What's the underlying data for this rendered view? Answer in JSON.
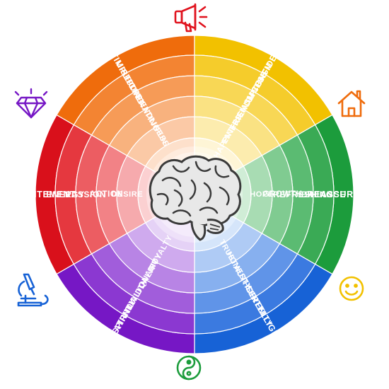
{
  "wheel": {
    "segments": [
      {
        "id": "red",
        "colors": [
          "#d9101b",
          "#e5383f",
          "#ec5d62",
          "#f28286",
          "#f6aaad",
          "#fbd0d1"
        ],
        "words": [
          "EXCITEMENT",
          "ENERGY",
          "PASSION",
          "ACTION",
          "DESIRE"
        ]
      },
      {
        "id": "orange",
        "colors": [
          "#ef6c0c",
          "#f38432",
          "#f69b57",
          "#f8b27e",
          "#fbc9a6",
          "#fde0cb"
        ],
        "words": [
          "OPTIMISTIC",
          "UPLIFTING",
          "REJUVENATING",
          "FRIENDLINESS",
          "FUN"
        ]
      },
      {
        "id": "yellow",
        "colors": [
          "#f2c100",
          "#f5cc2b",
          "#f8d755",
          "#fae283",
          "#fcecae",
          "#fef5d6"
        ],
        "words": [
          "CONFIDENCE",
          "OPTIMISM",
          "FRIENDLINESS",
          "ENTHUSIASM",
          "HAPPINESS"
        ]
      },
      {
        "id": "green",
        "colors": [
          "#1c9c3c",
          "#3aaa55",
          "#5bbb72",
          "#80cb91",
          "#a8dcb3",
          "#d0edd6"
        ],
        "words": [
          "REASSURANCE",
          "BALANCE",
          "REFRESHING",
          "GROWTH",
          "HOPE"
        ]
      },
      {
        "id": "blue",
        "colors": [
          "#1762d6",
          "#3b7ae0",
          "#6094e8",
          "#87b0ef",
          "#afcbf5",
          "#d5e5fa"
        ],
        "words": [
          "INTELLIGENCE",
          "SERENITY",
          "AUTHORITY",
          "HONESTY",
          "TRUST"
        ]
      },
      {
        "id": "purple",
        "colors": [
          "#7617c5",
          "#8b38d1",
          "#a15ddb",
          "#b884e5",
          "#cfaaee",
          "#e5d2f6"
        ],
        "words": [
          "CREATIVITY",
          "SPIRITUALITY",
          "INDIVIDUALITY",
          "QUALITY",
          "ROYALTY"
        ]
      }
    ]
  },
  "icons": [
    {
      "name": "megaphone-icon",
      "color": "#e0121d"
    },
    {
      "name": "house-icon",
      "color": "#ef6c0c"
    },
    {
      "name": "smiley-icon",
      "color": "#f2c100"
    },
    {
      "name": "yin-yang-icon",
      "color": "#1c9c3c"
    },
    {
      "name": "microscope-icon",
      "color": "#1762d6"
    },
    {
      "name": "diamond-icon",
      "color": "#7617c5"
    }
  ],
  "center": {
    "icon": "brain-icon"
  }
}
